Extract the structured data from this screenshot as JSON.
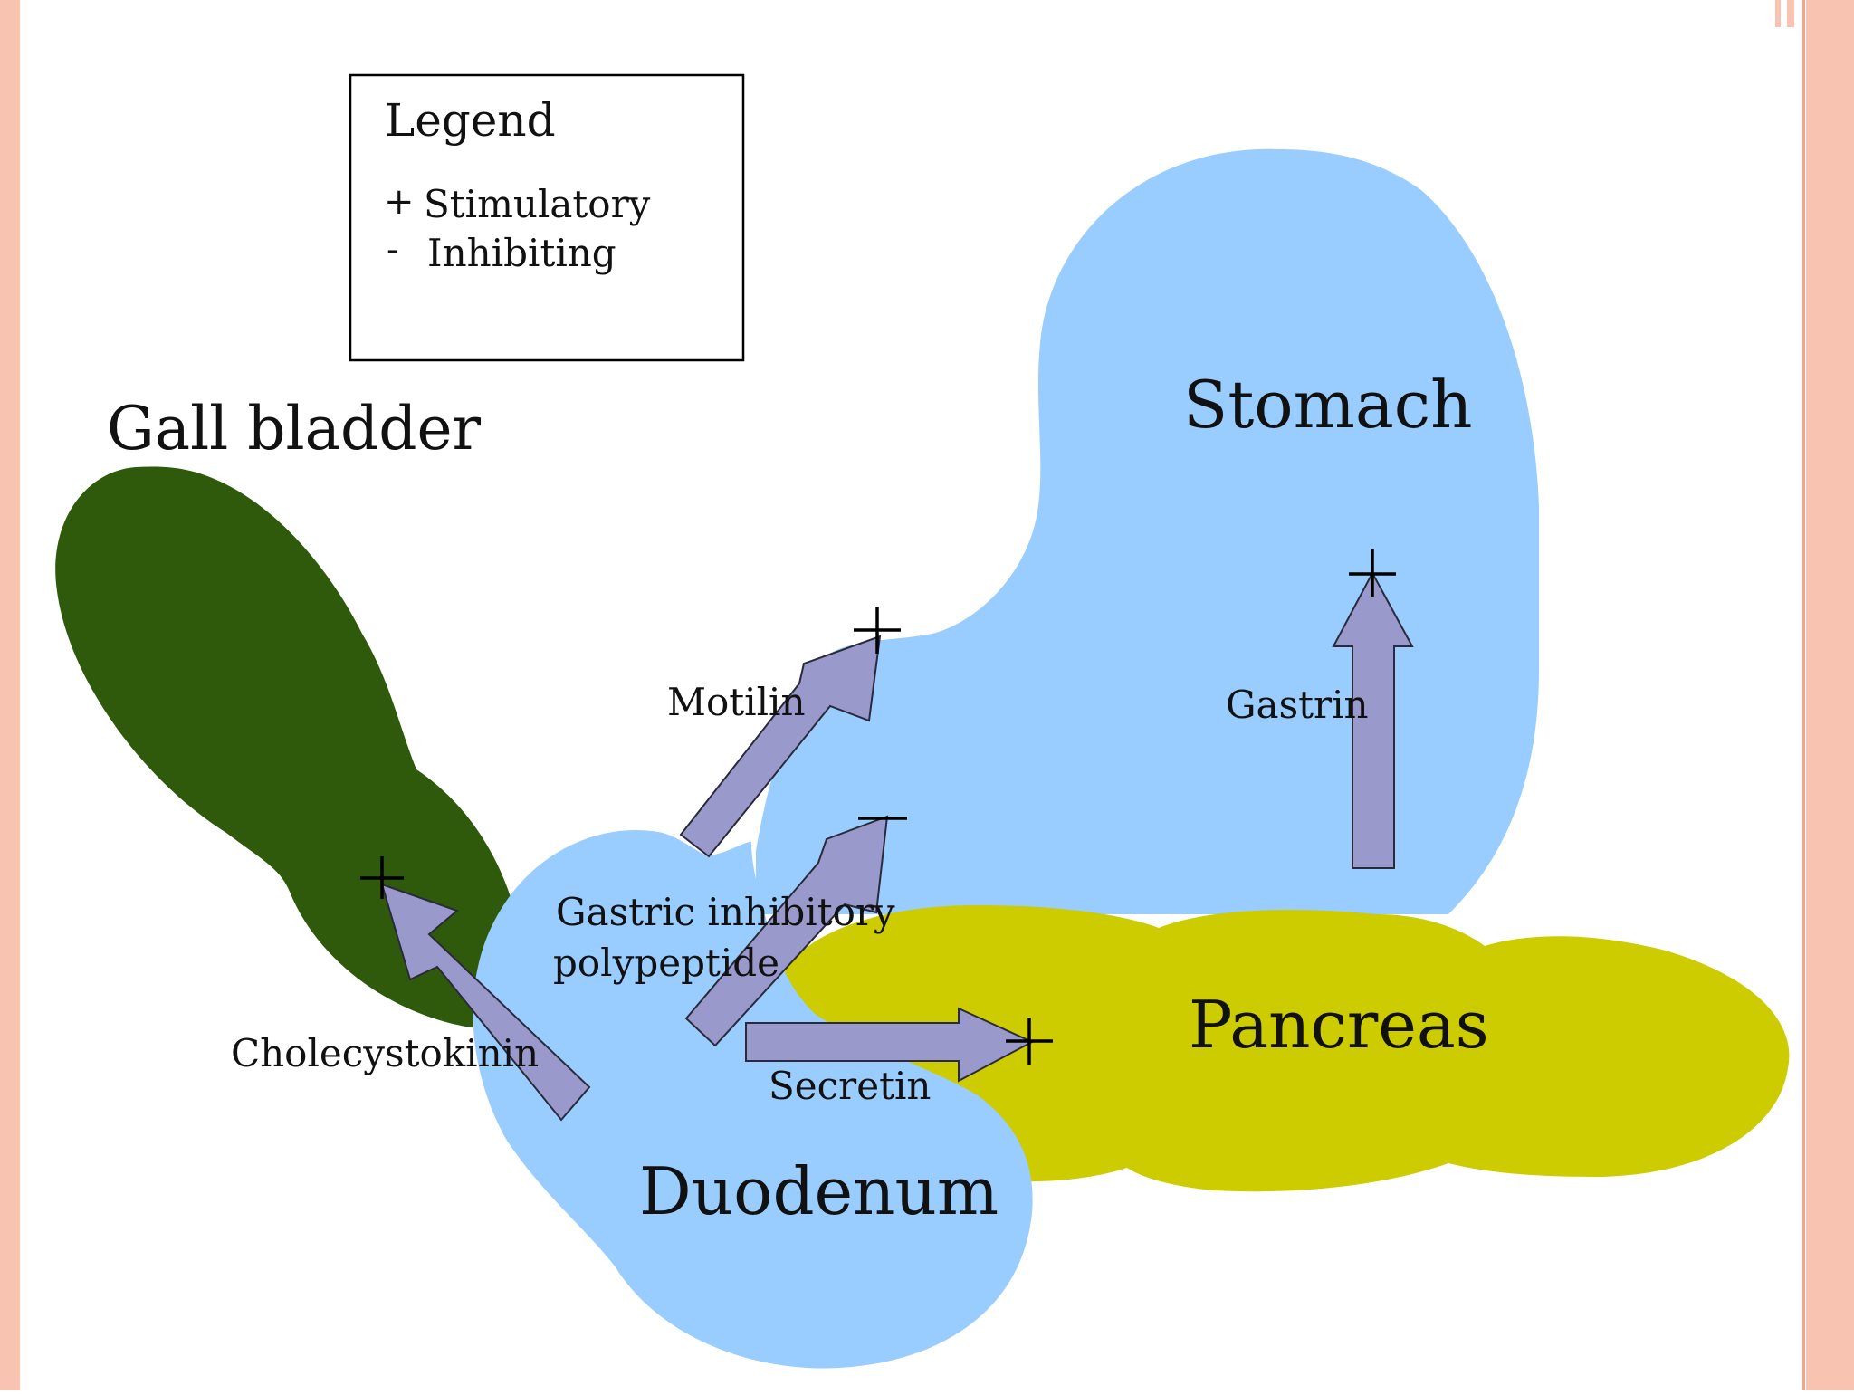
{
  "legend": {
    "title": "Legend",
    "items": [
      {
        "symbol": "+",
        "label": "Stimulatory"
      },
      {
        "symbol": "-",
        "label": "Inhibiting"
      }
    ]
  },
  "organs": {
    "gall_bladder": "Gall bladder",
    "stomach": "Stomach",
    "pancreas": "Pancreas",
    "duodenum": "Duodenum"
  },
  "hormones": {
    "motilin": "Motilin",
    "gastrin": "Gastrin",
    "gip_line1": "Gastric inhibitory",
    "gip_line2": "polypeptide",
    "cholecystokinin": "Cholecystokinin",
    "secretin": "Secretin"
  },
  "colors": {
    "frame": "#f9c3b1",
    "gall_bladder": "#2f5a0c",
    "stomach_duodenum": "#99ccff",
    "pancreas": "#cccc00",
    "arrow_fill": "#9999cc",
    "arrow_stroke": "#2a2a3a"
  }
}
